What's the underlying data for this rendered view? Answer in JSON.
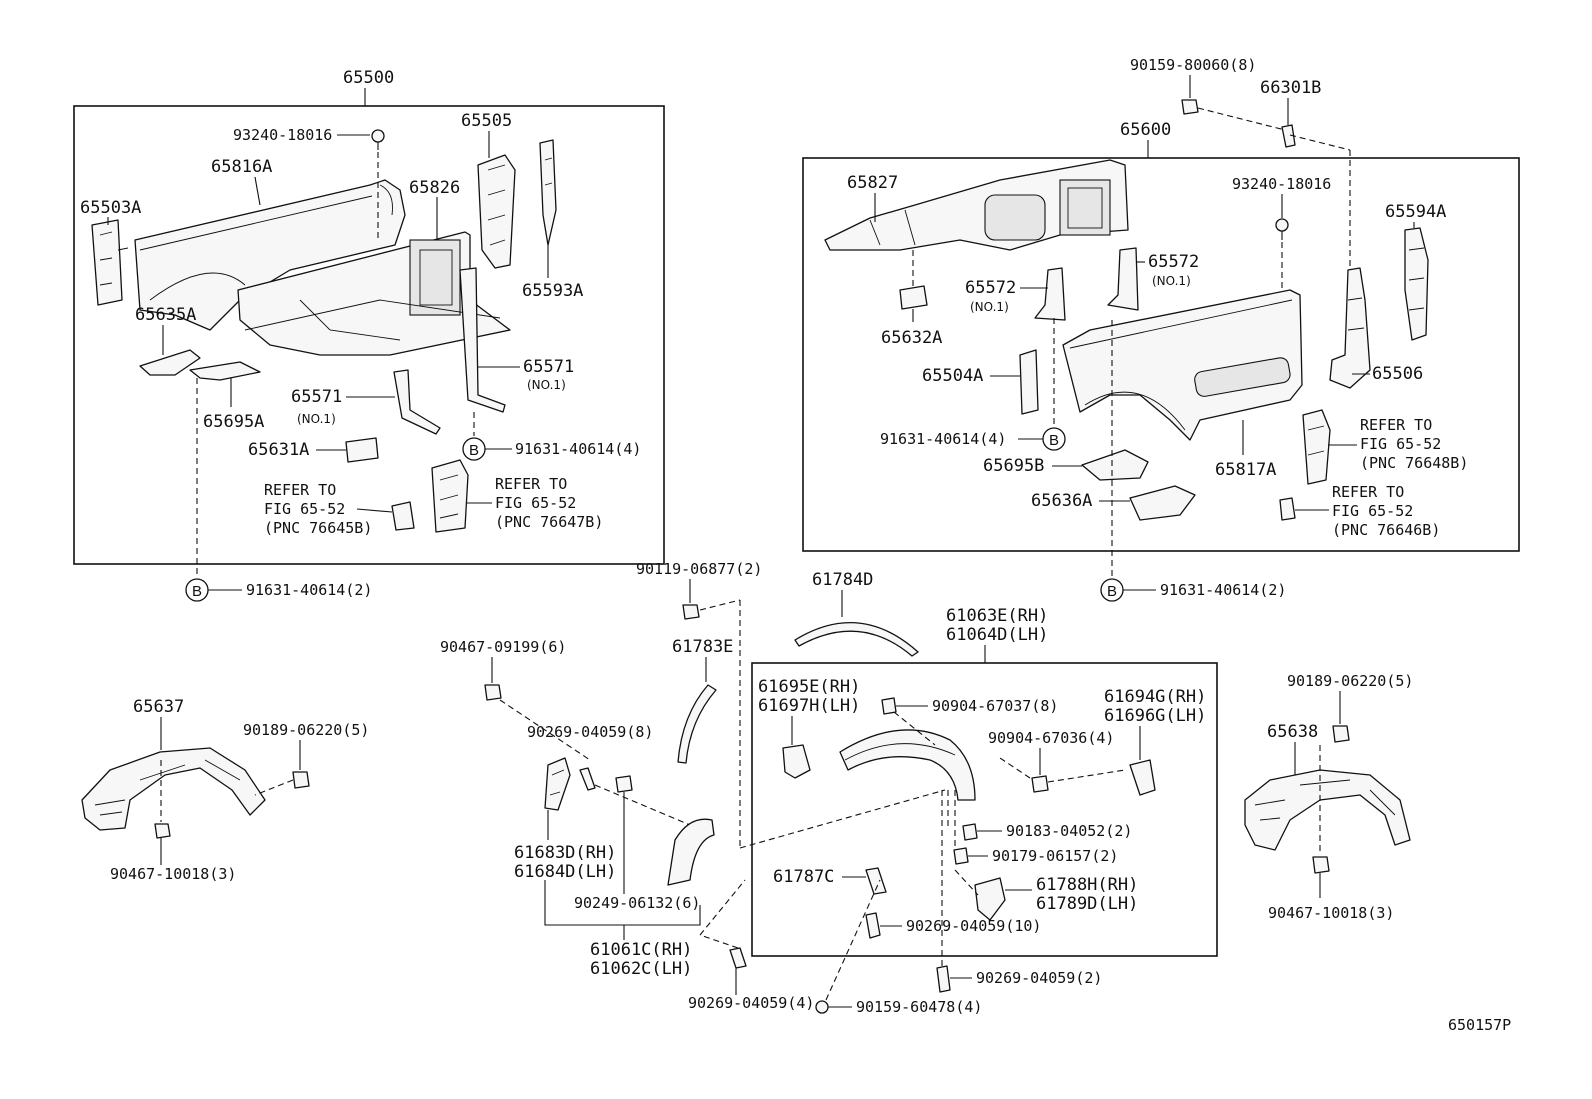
{
  "diagram": {
    "figure_code": "650157P",
    "groups": {
      "lh_bed_side": "65500",
      "rh_bed_side": "65600",
      "rh_flare": "61063E(RH)",
      "lh_flare": "61064D(LH)"
    },
    "left_box": {
      "p65816A": "65816A",
      "p93240_18016": "93240-18016",
      "p65826": "65826",
      "p65505": "65505",
      "p65503A": "65503A",
      "p65593A": "65593A",
      "p65635A": "65635A",
      "p65571_a": "65571",
      "p65571_a_note": "(NO.1)",
      "p65571_b": "65571",
      "p65571_b_note": "(NO.1)",
      "p65695A": "65695A",
      "p65631A": "65631A",
      "p91631_40614_4": "91631-40614(4)",
      "ref1_l1": "REFER TO",
      "ref1_l2": "FIG 65-52",
      "ref1_l3": "(PNC 76645B)",
      "ref2_l1": "REFER TO",
      "ref2_l2": "FIG 65-52",
      "ref2_l3": "(PNC 76647B)",
      "bubble": "B"
    },
    "right_box": {
      "p90159_80060": "90159-80060(8)",
      "p66301B": "66301B",
      "p65827": "65827",
      "p93240_18016": "93240-18016",
      "p65594A": "65594A",
      "p65572_a": "65572",
      "p65572_a_note": "(NO.1)",
      "p65572_b": "65572",
      "p65572_b_note": "(NO.1)",
      "p65632A": "65632A",
      "p65504A": "65504A",
      "p65506": "65506",
      "p91631_40614_4": "91631-40614(4)",
      "p65695B": "65695B",
      "p65817A": "65817A",
      "p65636A": "65636A",
      "ref3_l1": "REFER TO",
      "ref3_l2": "FIG 65-52",
      "ref3_l3": "(PNC 76648B)",
      "ref4_l1": "REFER TO",
      "ref4_l2": "FIG 65-52",
      "ref4_l3": "(PNC 76646B)",
      "bubble": "B"
    },
    "bubbles": {
      "left_b": "91631-40614(2)",
      "right_b": "91631-40614(2)",
      "letter": "B"
    },
    "bottom": {
      "p90119_06877": "90119-06877(2)",
      "p61784D": "61784D",
      "p90467_09199": "90467-09199(6)",
      "p61783E": "61783E",
      "p61695E": "61695E(RH)",
      "p61697H": "61697H(LH)",
      "p90904_67037": "90904-67037(8)",
      "p61694G": "61694G(RH)",
      "p61696G": "61696G(LH)",
      "p90904_67036": "90904-67036(4)",
      "p90269_04059_8": "90269-04059(8)",
      "p61683D": "61683D(RH)",
      "p61684D": "61684D(LH)",
      "p90249_06132": "90249-06132(6)",
      "p61787C": "61787C",
      "p90183_04052": "90183-04052(2)",
      "p90179_06157": "90179-06157(2)",
      "p61788H": "61788H(RH)",
      "p61789D": "61789D(LH)",
      "p90269_04059_10": "90269-04059(10)",
      "p61061C": "61061C(RH)",
      "p61062C": "61062C(LH)",
      "p90269_04059_2": "90269-04059(2)",
      "p90269_04059_4": "90269-04059(4)",
      "p90159_60478": "90159-60478(4)",
      "p65637": "65637",
      "p90189_06220_l": "90189-06220(5)",
      "p90467_10018_l": "90467-10018(3)",
      "p65638": "65638",
      "p90189_06220_r": "90189-06220(5)",
      "p90467_10018_r": "90467-10018(3)"
    }
  }
}
